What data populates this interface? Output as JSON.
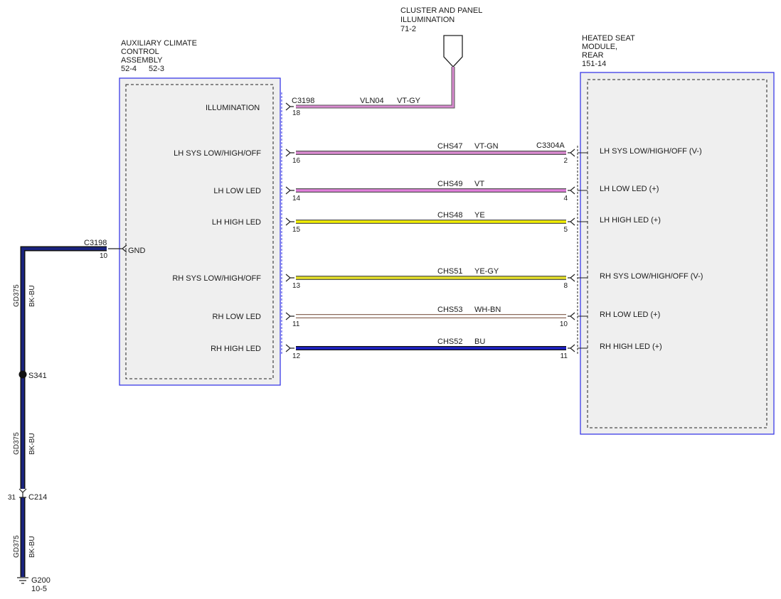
{
  "cluster": {
    "title_line1": "CLUSTER AND PANEL",
    "title_line2": "ILLUMINATION",
    "ref": "71-2"
  },
  "aux": {
    "title_line1": "AUXILIARY CLIMATE",
    "title_line2": "CONTROL",
    "title_line3": "ASSEMBLY",
    "ref1": "52-4",
    "ref2": "52-3",
    "gnd_label": "GND"
  },
  "seat": {
    "title_line1": "HEATED SEAT",
    "title_line2": "MODULE,",
    "title_line3": "REAR",
    "ref": "151-14"
  },
  "illum": {
    "label": "ILLUMINATION",
    "connector": "C3198",
    "pin": "18",
    "circuit": "VLN04",
    "color_code": "VT-GY"
  },
  "seat_connector": "C3304A",
  "wires": [
    {
      "left_label": "LH SYS LOW/HIGH/OFF",
      "left_pin": "16",
      "circuit": "CHS47",
      "color_code": "VT-GN",
      "right_pin": "2",
      "right_label": "LH SYS LOW/HIGH/OFF (V-)",
      "color": "#d98ad0",
      "edge": "#555555"
    },
    {
      "left_label": "LH LOW LED",
      "left_pin": "14",
      "circuit": "CHS49",
      "color_code": "VT",
      "right_pin": "4",
      "right_label": "LH LOW LED (+)",
      "color": "#e27fdc",
      "edge": "#555555"
    },
    {
      "left_label": "LH HIGH LED",
      "left_pin": "15",
      "circuit": "CHS48",
      "color_code": "YE",
      "right_pin": "5",
      "right_label": "LH HIGH LED (+)",
      "color": "#f2ee00",
      "edge": "#555555"
    },
    {
      "left_label": "RH SYS LOW/HIGH/OFF",
      "left_pin": "13",
      "circuit": "CHS51",
      "color_code": "YE-GY",
      "right_pin": "8",
      "right_label": "RH SYS LOW/HIGH/OFF (V-)",
      "color": "#e3de28",
      "edge": "#555555"
    },
    {
      "left_label": "RH LOW LED",
      "left_pin": "11",
      "circuit": "CHS53",
      "color_code": "WH-BN",
      "right_pin": "10",
      "right_label": "RH LOW LED (+)",
      "color": "#ffffff",
      "edge": "#8b6a5a"
    },
    {
      "left_label": "RH HIGH LED",
      "left_pin": "12",
      "circuit": "CHS52",
      "color_code": "BU",
      "right_pin": "11",
      "right_label": "RH HIGH LED (+)",
      "color": "#1e22c8",
      "edge": "#111111"
    }
  ],
  "ground": {
    "connector": "C3198",
    "pin": "10",
    "circuit": "GD375",
    "color_code": "BK-BU",
    "splice": "S341",
    "inline_connector": "C214",
    "inline_pin": "31",
    "ground_point": "G200",
    "ground_ref": "10-5"
  },
  "colors": {
    "module_border": "#3a3ae6",
    "module_fill": "#efefef",
    "ground_wire": "#1a237e",
    "illum_wire": "#d98ad0"
  }
}
